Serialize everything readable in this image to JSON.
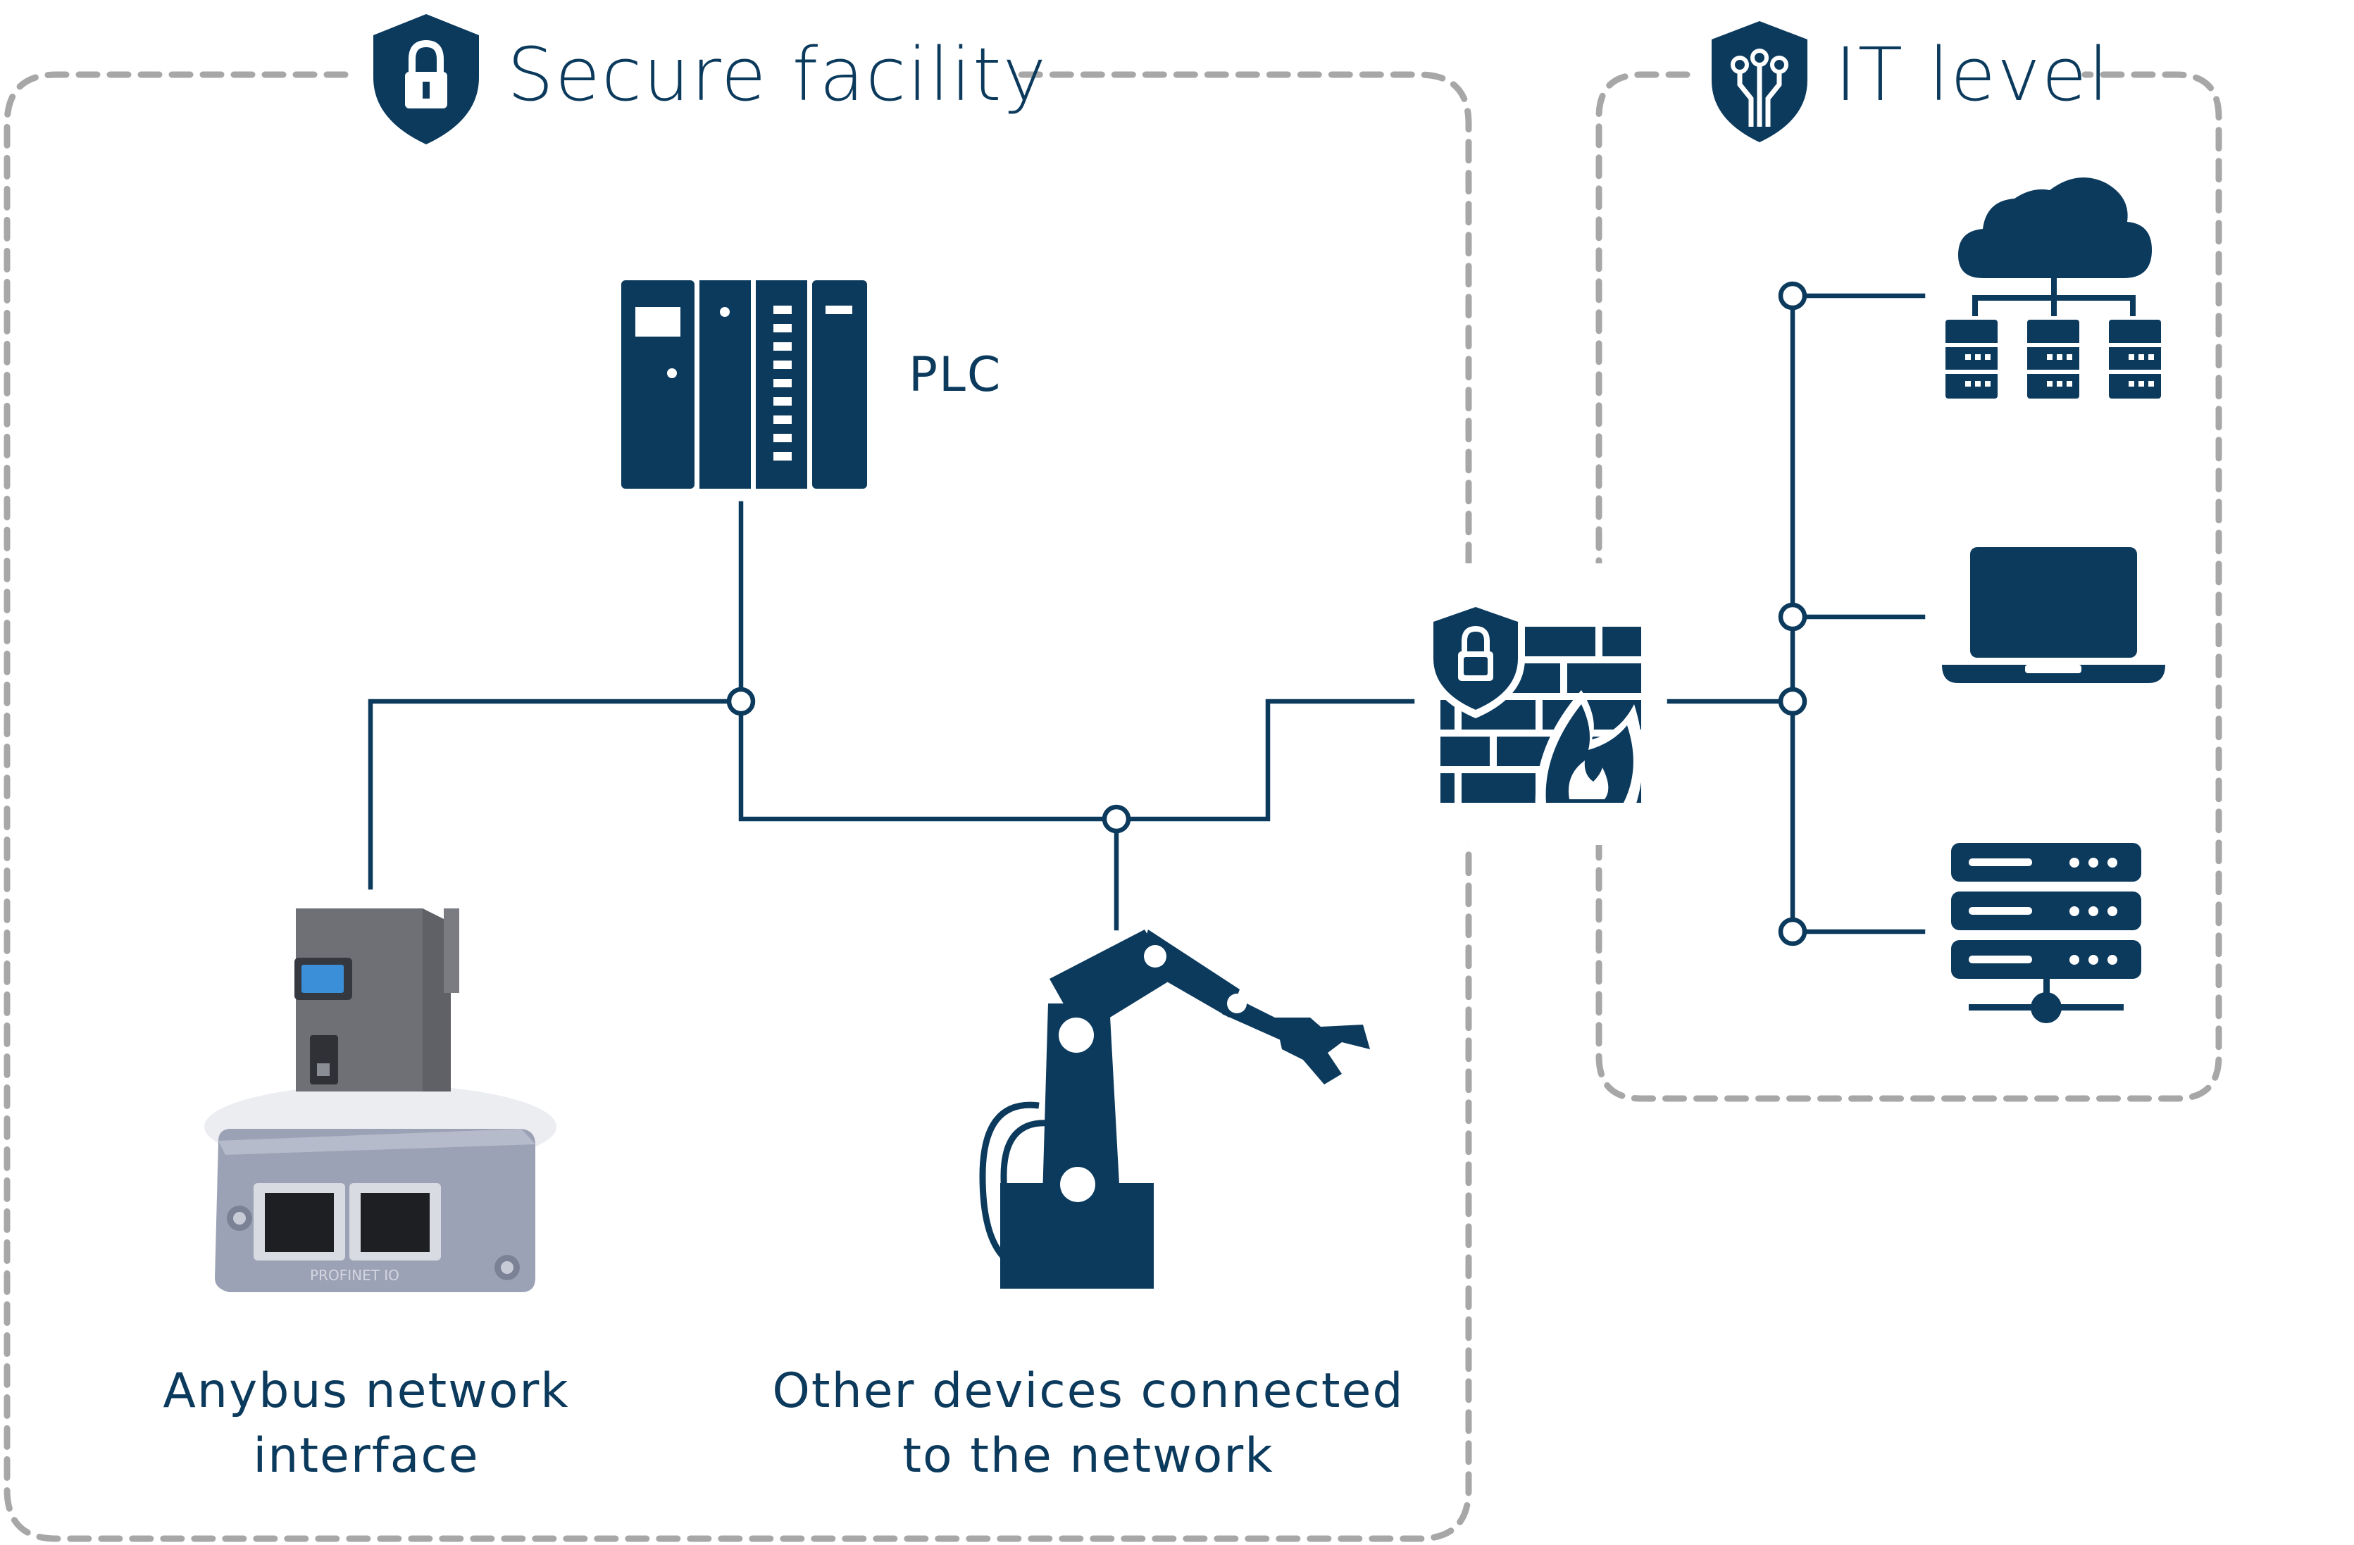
{
  "zones": {
    "secure_facility": {
      "title": "Secure facility",
      "icon": "shield-lock-icon"
    },
    "it_level": {
      "title": "IT level",
      "icon": "shield-circuit-icon"
    }
  },
  "devices": {
    "plc": {
      "label": "PLC",
      "icon": "plc-icon"
    },
    "anybus": {
      "label_line1": "Anybus network",
      "label_line2": "interface",
      "port_label": "PROFINET IO"
    },
    "other_devices": {
      "label_line1": "Other devices connected",
      "label_line2": "to the network",
      "icon": "robot-arm-icon"
    },
    "firewall": {
      "icon": "firewall-icon"
    },
    "cloud": {
      "icon": "cloud-network-icon"
    },
    "laptop": {
      "icon": "laptop-icon"
    },
    "server": {
      "icon": "server-rack-icon"
    }
  },
  "colors": {
    "ink": "#0b3a5d",
    "dashed_border": "#a7a7a7",
    "background": "#ffffff"
  }
}
